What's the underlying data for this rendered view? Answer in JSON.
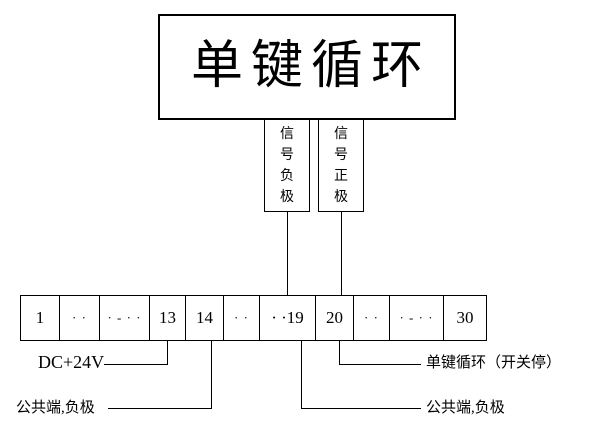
{
  "diagram": {
    "title": "单键循环",
    "signal_boxes": {
      "negative": "信号负极",
      "positive": "信号正极"
    },
    "terminal_strip": {
      "cells": [
        "1",
        "· ·",
        "· - · ·",
        "13",
        "14",
        "· ·",
        "· ·19",
        "20",
        "· ·",
        "· - · ·",
        "30"
      ]
    },
    "labels": {
      "dc_24v": "DC+24V",
      "common_negative_left": "公共端,负极",
      "single_key_cycle": "单键循环（开关停）",
      "common_negative_right": "公共端,负极"
    },
    "colors": {
      "line": "#000000",
      "background": "#ffffff"
    }
  }
}
